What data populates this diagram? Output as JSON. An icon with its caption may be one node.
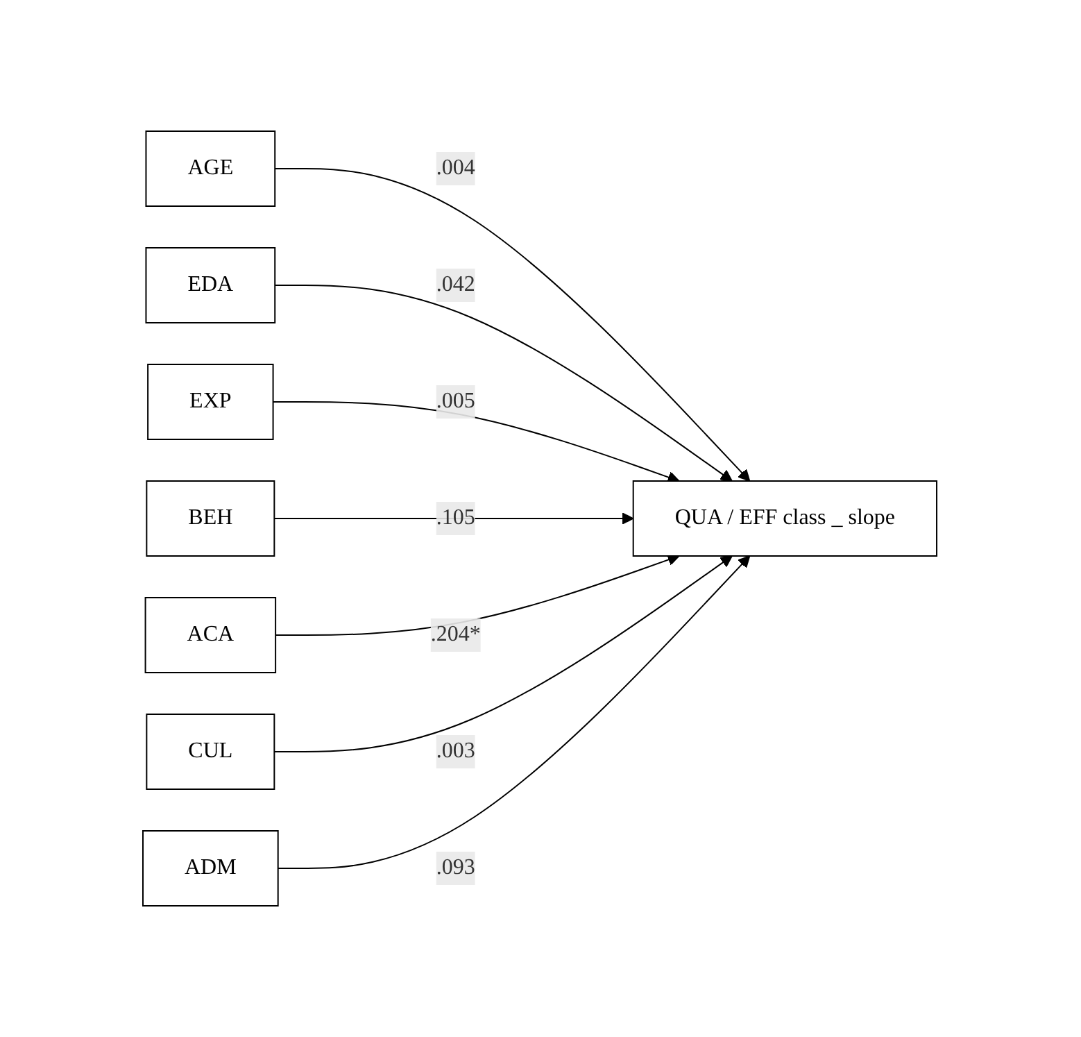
{
  "diagram": {
    "nodes": [
      {
        "text": [
          "AGE"
        ]
      },
      {
        "text": [
          "EDA"
        ]
      },
      {
        "text": [
          "EXP"
        ]
      },
      {
        "text": [
          "BEH"
        ]
      },
      {
        "text": [
          "ACA"
        ]
      },
      {
        "text": [
          "CUL"
        ]
      },
      {
        "text": [
          "ADM"
        ]
      },
      {
        "text": [
          "QUA / EFF class _ slope"
        ]
      }
    ],
    "edges": [
      {
        "from": 0,
        "to": 7,
        "arrow": "to",
        "label": ".004"
      },
      {
        "from": 1,
        "to": 7,
        "arrow": "to",
        "label": ".042"
      },
      {
        "from": 2,
        "to": 7,
        "arrow": "to",
        "label": ".005"
      },
      {
        "from": 3,
        "to": 7,
        "arrow": "to",
        "label": ".105"
      },
      {
        "from": 4,
        "to": 7,
        "arrow": "to",
        "label": ".204*"
      },
      {
        "from": 5,
        "to": 7,
        "arrow": "to",
        "label": ".003"
      },
      {
        "from": 6,
        "to": 7,
        "arrow": "to",
        "label": ".093"
      }
    ]
  }
}
